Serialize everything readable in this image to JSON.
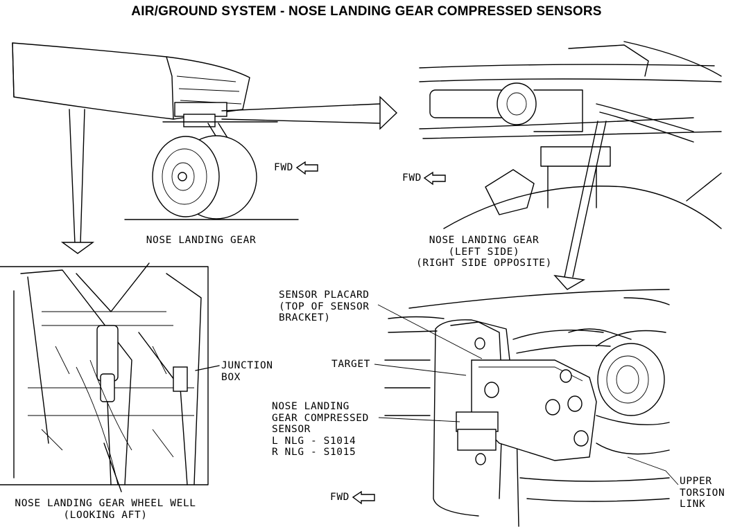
{
  "title": "AIR/GROUND SYSTEM - NOSE LANDING GEAR COMPRESSED SENSORS",
  "views": {
    "nlg": {
      "caption": "NOSE LANDING GEAR",
      "fwd": "FWD"
    },
    "left_side": {
      "caption_lines": [
        "NOSE LANDING GEAR",
        "(LEFT SIDE)",
        "(RIGHT SIDE OPPOSITE)"
      ],
      "fwd": "FWD"
    },
    "wheel_well": {
      "caption_lines": [
        "NOSE LANDING GEAR WHEEL WELL",
        "(LOOKING AFT)"
      ],
      "callout_lines": [
        "JUNCTION",
        "BOX"
      ]
    },
    "sensor_detail": {
      "placard_lines": [
        "SENSOR PLACARD",
        "(TOP OF SENSOR",
        "BRACKET)"
      ],
      "target": "TARGET",
      "sensor_lines": [
        "NOSE LANDING",
        "GEAR COMPRESSED",
        "SENSOR",
        "L NLG - S1014",
        "R NLG - S1015"
      ],
      "torsion_lines": [
        "UPPER",
        "TORSION",
        "LINK"
      ],
      "fwd": "FWD"
    }
  }
}
